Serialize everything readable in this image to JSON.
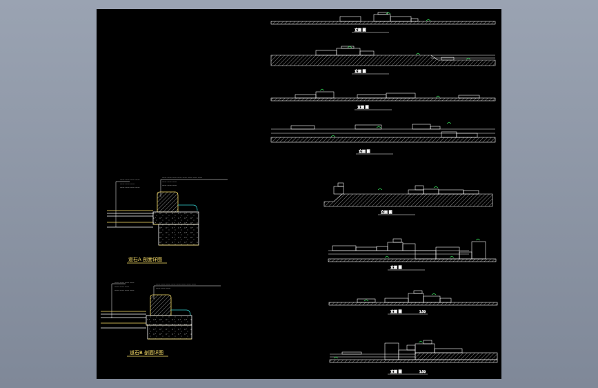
{
  "drawing": {
    "colors": {
      "background": "#000000",
      "frame": "#9aa3b2",
      "line": "#ffffff",
      "hatch": "#8a8a8a",
      "curb": "#ffe46b",
      "grass": "#3cff66",
      "water": "#35d6d6"
    },
    "details": [
      {
        "title": "道石A 剖面详图"
      },
      {
        "title": "道石B 剖面详图"
      }
    ],
    "elevations": [
      {
        "label": "立面 图"
      },
      {
        "label": "立面 图"
      },
      {
        "label": "立面 图"
      },
      {
        "label": "立面 图"
      },
      {
        "label": "立面 图"
      },
      {
        "label": "立面 图"
      },
      {
        "label": "立面 图",
        "scale": "1:50"
      },
      {
        "label": "立面 图",
        "scale": "1:50"
      }
    ]
  }
}
